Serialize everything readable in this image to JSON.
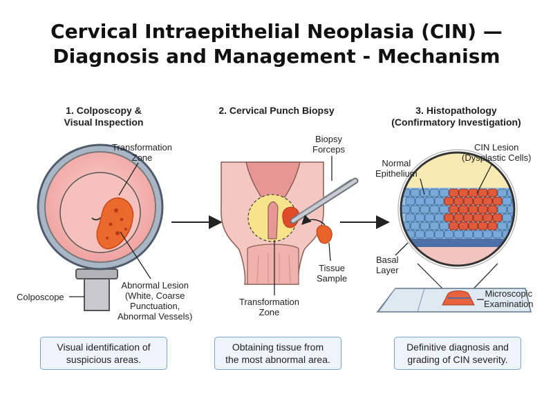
{
  "title": {
    "line1": "Cervical Intraepithelial Neoplasia (CIN) —",
    "line2": "Diagnosis and Management - Mechanism"
  },
  "steps": [
    {
      "heading_line1": "1. Colposcopy &",
      "heading_line2": "Visual Inspection",
      "caption_line1": "Visual identification of",
      "caption_line2": "suspicious areas.",
      "labels": {
        "transformation_zone": [
          "Transformation",
          "Zone"
        ],
        "abnormal_lesion": [
          "Abnormal Lesion",
          "(White, Coarse",
          "Punctuation,",
          "Abnormal Vessels)"
        ],
        "colposcope": "Colposcope"
      }
    },
    {
      "heading_line1": "2. Cervical Punch Biopsy",
      "caption_line1": "Obtaining tissue from",
      "caption_line2": "the most abnormal area.",
      "labels": {
        "biopsy_forceps": [
          "Biopsy",
          "Forceps"
        ],
        "tissue_sample": [
          "Tissue",
          "Sample"
        ],
        "transformation_zone": [
          "Transformation",
          "Zone"
        ]
      }
    },
    {
      "heading_line1": "3. Histopathology",
      "heading_line2": "(Confirmatory Investigation)",
      "caption_line1": "Definitive diagnosis and",
      "caption_line2": "grading of CIN severity.",
      "labels": {
        "normal_epithelium": [
          "Normal",
          "Epithelium"
        ],
        "cin_lesion": [
          "CIN Lesion",
          "(Dysplastic Cells)"
        ],
        "basal_layer": [
          "Basal",
          "Layer"
        ],
        "microscopic_examination": [
          "Microscopic",
          "Examination"
        ]
      }
    }
  ],
  "colors": {
    "caption_border": "#7aa2c6",
    "caption_fill": "#eef4fa",
    "cervix_pink": "#f4b2b0",
    "lesion_orange": "#e8622a",
    "normal_cells_blue": "#8fb5dc",
    "dysplastic_red": "#d94b33"
  }
}
